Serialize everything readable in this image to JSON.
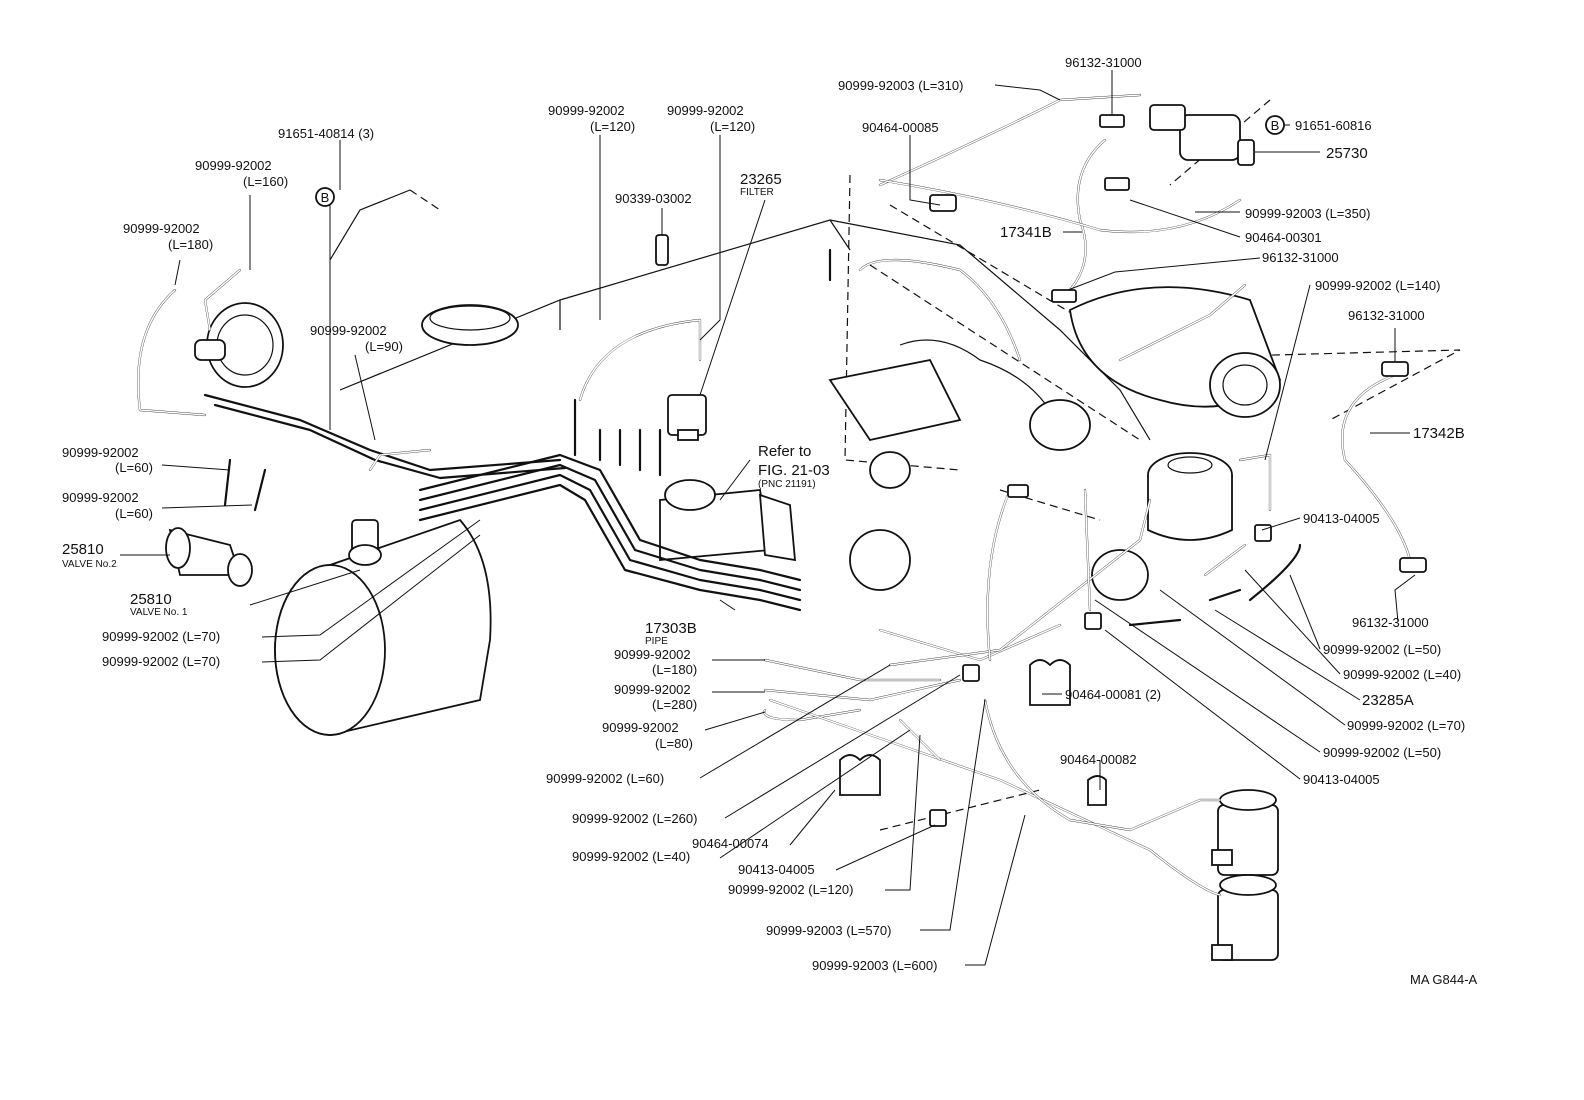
{
  "diagram": {
    "drawing_code": "MA G844-A",
    "callouts": [
      {
        "id": "c01",
        "text": "90999-92003 (L=310)"
      },
      {
        "id": "c02",
        "text": "96132-31000"
      },
      {
        "id": "c03",
        "text": "91651-60816"
      },
      {
        "id": "c04",
        "text": "25730"
      },
      {
        "id": "c05",
        "text": "90464-00085"
      },
      {
        "id": "c06",
        "text": "90999-92003 (L=350)"
      },
      {
        "id": "c07",
        "text": "17341B"
      },
      {
        "id": "c08",
        "text": "90464-00301"
      },
      {
        "id": "c09",
        "text": "96132-31000"
      },
      {
        "id": "c10",
        "text": "90999-92002 (L=140)"
      },
      {
        "id": "c11",
        "text": "96132-31000"
      },
      {
        "id": "c12",
        "text": "17342B"
      },
      {
        "id": "c13",
        "text": "90413-04005"
      },
      {
        "id": "c14",
        "text": "96132-31000"
      },
      {
        "id": "c15",
        "text": "90999-92002 (L=50)"
      },
      {
        "id": "c16",
        "text": "90999-92002 (L=40)"
      },
      {
        "id": "c17",
        "text": "23285A"
      },
      {
        "id": "c18",
        "text": "90999-92002 (L=70)"
      },
      {
        "id": "c19",
        "text": "90999-92002 (L=50)"
      },
      {
        "id": "c20",
        "text": "90413-04005"
      },
      {
        "id": "c21",
        "text": "90464-00081 (2)"
      },
      {
        "id": "c22",
        "text": "90464-00082"
      },
      {
        "id": "c23",
        "text": "91651-40814 (3)"
      },
      {
        "id": "c24",
        "text": "90999-92002"
      },
      {
        "id": "c25",
        "text": "(L=160)"
      },
      {
        "id": "c26",
        "text": "90999-92002"
      },
      {
        "id": "c27",
        "text": "(L=180)"
      },
      {
        "id": "c28",
        "text": "90999-92002"
      },
      {
        "id": "c29",
        "text": "(L=90)"
      },
      {
        "id": "c30",
        "text": "90999-92002"
      },
      {
        "id": "c31",
        "text": "(L=60)"
      },
      {
        "id": "c32",
        "text": "90999-92002"
      },
      {
        "id": "c33",
        "text": "(L=60)"
      },
      {
        "id": "c34",
        "text": "25810"
      },
      {
        "id": "c35",
        "text": "VALVE No.2"
      },
      {
        "id": "c36",
        "text": "25810"
      },
      {
        "id": "c37",
        "text": "VALVE No. 1"
      },
      {
        "id": "c38",
        "text": "90999-92002 (L=70)"
      },
      {
        "id": "c39",
        "text": "90999-92002 (L=70)"
      },
      {
        "id": "c40",
        "text": "90999-92002"
      },
      {
        "id": "c41",
        "text": "(L=120)"
      },
      {
        "id": "c42",
        "text": "90999-92002"
      },
      {
        "id": "c43",
        "text": "(L=120)"
      },
      {
        "id": "c44",
        "text": "90339-03002"
      },
      {
        "id": "c45",
        "text": "23265"
      },
      {
        "id": "c46",
        "text": "FILTER"
      },
      {
        "id": "c47",
        "text": "Refer to"
      },
      {
        "id": "c48",
        "text": "FIG. 21-03"
      },
      {
        "id": "c49",
        "text": "(PNC 21191)"
      },
      {
        "id": "c50",
        "text": "17303B"
      },
      {
        "id": "c51",
        "text": "PIPE"
      },
      {
        "id": "c52",
        "text": "90999-92002"
      },
      {
        "id": "c53",
        "text": "(L=180)"
      },
      {
        "id": "c54",
        "text": "90999-92002"
      },
      {
        "id": "c55",
        "text": "(L=280)"
      },
      {
        "id": "c56",
        "text": "90999-92002"
      },
      {
        "id": "c57",
        "text": "(L=80)"
      },
      {
        "id": "c58",
        "text": "90999-92002 (L=60)"
      },
      {
        "id": "c59",
        "text": "90999-92002 (L=260)"
      },
      {
        "id": "c60",
        "text": "90464-00074"
      },
      {
        "id": "c61",
        "text": "90999-92002 (L=40)"
      },
      {
        "id": "c62",
        "text": "90413-04005"
      },
      {
        "id": "c63",
        "text": "90999-92002 (L=120)"
      },
      {
        "id": "c64",
        "text": "90999-92003 (L=570)"
      },
      {
        "id": "c65",
        "text": "90999-92003 (L=600)"
      }
    ],
    "markers": [
      {
        "id": "m1",
        "letter": "B"
      },
      {
        "id": "m2",
        "letter": "B"
      }
    ]
  }
}
